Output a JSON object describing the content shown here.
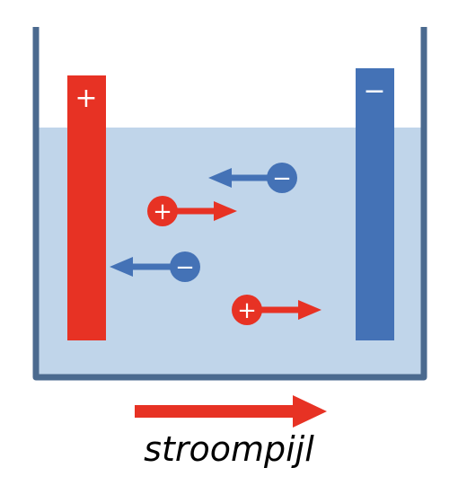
{
  "caption": "stroompijl",
  "colors": {
    "positive": "#e73224",
    "negative": "#4472b6",
    "liquid": "#c0d5ea",
    "container": "#4b6a8f",
    "background": "#ffffff"
  },
  "electrodes": {
    "anode": {
      "sign": "+",
      "color": "#e73224"
    },
    "cathode": {
      "sign": "−",
      "color": "#4472b6"
    }
  },
  "ions": [
    {
      "charge": "negative",
      "sign": "−",
      "direction": "left"
    },
    {
      "charge": "positive",
      "sign": "+",
      "direction": "right"
    },
    {
      "charge": "negative",
      "sign": "−",
      "direction": "left"
    },
    {
      "charge": "positive",
      "sign": "+",
      "direction": "right"
    }
  ],
  "current_arrow": {
    "direction": "right",
    "color": "#e73224"
  }
}
